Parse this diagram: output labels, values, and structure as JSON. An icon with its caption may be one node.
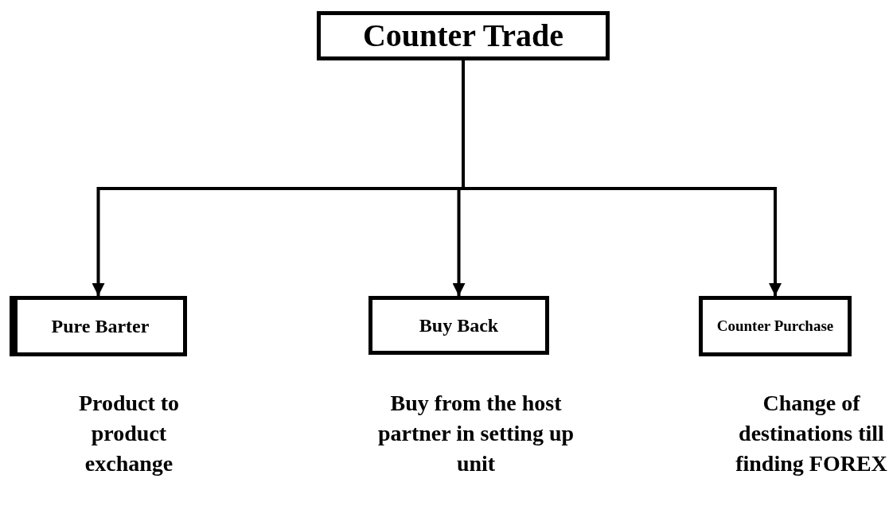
{
  "diagram": {
    "nodes": [
      {
        "text": [
          "Counter Trade"
        ]
      },
      {
        "text": [
          "Pure Barter"
        ],
        "beside": [
          "Product to product exchange"
        ]
      },
      {
        "text": [
          "Buy Back"
        ],
        "beside": [
          "Buy from the host partner in setting up unit"
        ]
      },
      {
        "text": [
          "Counter Purchase"
        ],
        "beside": [
          "Change of destinations till finding FOREX"
        ]
      }
    ],
    "edges": [
      {
        "from": 0,
        "to": 1,
        "arrow": "to"
      },
      {
        "from": 0,
        "to": 2,
        "arrow": "to"
      },
      {
        "from": 0,
        "to": 3,
        "arrow": "to"
      }
    ]
  }
}
